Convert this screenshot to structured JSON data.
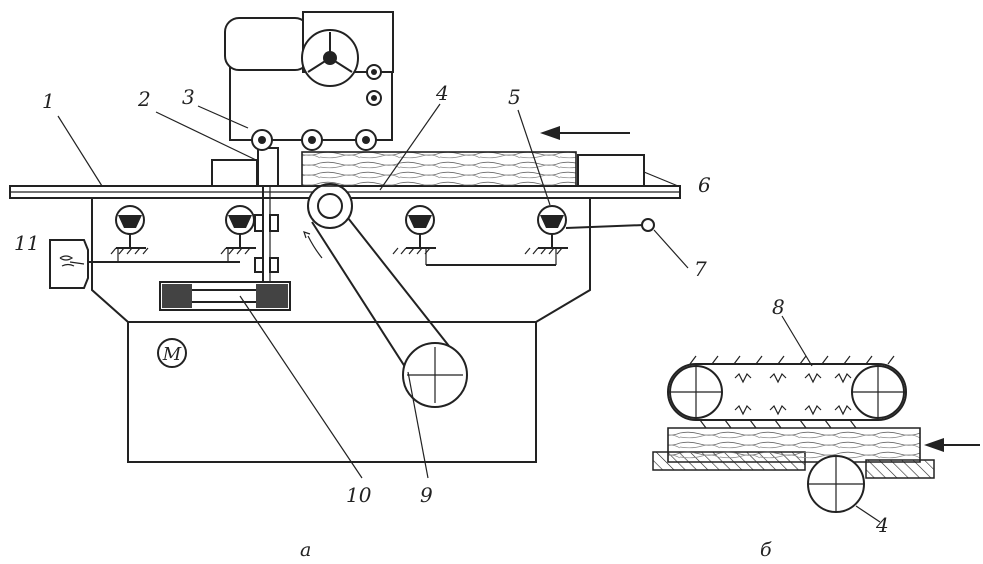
{
  "labels": {
    "n1": "1",
    "n2": "2",
    "n3": "3",
    "n4": "4",
    "n5": "5",
    "n6": "6",
    "n7": "7",
    "n8": "8",
    "n9": "9",
    "n10": "10",
    "n11": "11",
    "n4b": "4",
    "motor": "M",
    "sub_a": "а",
    "sub_b": "б"
  },
  "colors": {
    "ink": "#222222",
    "paper": "#ffffff"
  }
}
